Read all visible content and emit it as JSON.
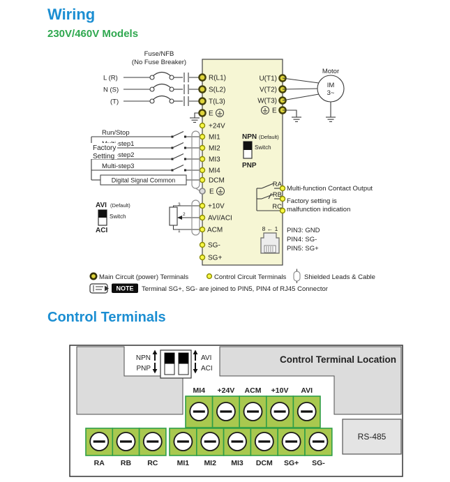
{
  "header": {
    "title": "Wiring",
    "subtitle": "230V/460V Models"
  },
  "wiring": {
    "fuse_title": "Fuse/NFB",
    "fuse_subtitle": "(No Fuse Breaker)",
    "input_lines": [
      "L (R)",
      "N (S)",
      "(T)"
    ],
    "input_terminals": [
      "R(L1)",
      "S(L2)",
      "T(L3)"
    ],
    "earth": "E",
    "output_terminals": [
      "U(T1)",
      "V(T2)",
      "W(T3)"
    ],
    "motor_label": "Motor",
    "motor_text1": "IM",
    "motor_text2": "3~",
    "plus24": "+24V",
    "digital_rows": [
      {
        "label": "Run/Stop",
        "terminal": "MI1"
      },
      {
        "label": "Multi-step1",
        "terminal": "MI2"
      },
      {
        "label": "Multi-step2",
        "terminal": "MI3"
      },
      {
        "label": "Multi-step3",
        "terminal": "MI4"
      }
    ],
    "factory1": "Factory",
    "factory2": "Setting",
    "common_box": "Digital Signal Common",
    "dcm": "DCM",
    "npn_switch": {
      "top": "NPN",
      "suffix": "(Default)",
      "mid": "Switch",
      "bottom": "PNP"
    },
    "avi_switch": {
      "top": "AVI",
      "suffix": "(Default)",
      "mid": "Switch",
      "bottom": "ACI"
    },
    "analog_terminals": [
      "+10V",
      "AVI/ACI",
      "ACM"
    ],
    "pot": {
      "p3": "3",
      "p2": "2",
      "p1": "1"
    },
    "sg_minus": "SG-",
    "sg_plus": "SG+",
    "relay_terminals": [
      "RA",
      "RB",
      "RC"
    ],
    "relay_note1": "Multi-function Contact Output",
    "relay_note2": "Factory setting is",
    "relay_note3": "malfunction indication",
    "rj45_label": "8 ← 1",
    "rj45_pins": [
      "PIN3: GND",
      "PIN4: SG-",
      "PIN5: SG+"
    ],
    "legend_main": "Main Circuit (power) Terminals",
    "legend_control": "Control Circuit Terminals",
    "legend_shield": "Shielded Leads & Cable",
    "note_badge": "NOTE",
    "note_text": "Terminal SG+, SG- are joined to PIN5, PIN4 of RJ45 Connector"
  },
  "control": {
    "title": "Control Terminals",
    "location_title": "Control Terminal Location",
    "sw_npn": "NPN",
    "sw_pnp": "PNP",
    "sw_avi": "AVI",
    "sw_aci": "ACI",
    "top_row": [
      "MI4",
      "+24V",
      "ACM",
      "+10V",
      "AVI"
    ],
    "bottom_left": [
      "RA",
      "RB",
      "RC"
    ],
    "bottom_right": [
      "MI1",
      "MI2",
      "MI3",
      "DCM",
      "SG+",
      "SG-"
    ],
    "rs485": "RS-485"
  },
  "colors": {
    "title_blue": "#1b8ed2",
    "subtitle_green": "#2fa84f",
    "drive_block_yellow": "#f6f6d4",
    "terminal_block_green": "#a9c84f",
    "terminal_border_green": "#2f9e47",
    "main_terminal_dot": "#ded43a",
    "control_terminal_dot": "#f8f845",
    "panel_gray": "#dcdcdc"
  }
}
